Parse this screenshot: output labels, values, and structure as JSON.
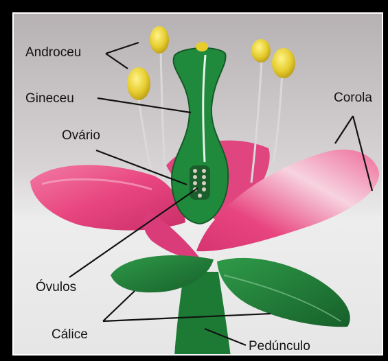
{
  "labels": {
    "androceu": "Androceu",
    "gineceu": "Gineceu",
    "ovario": "Ovário",
    "corola": "Corola",
    "ovulos": "Óvulos",
    "calice": "Cálice",
    "pedunculo": "Pedúnculo"
  },
  "colors": {
    "background_top": "#b9b4b6",
    "background_bottom": "#ececec",
    "petal": "#e8457f",
    "petal_highlight": "#f6c9d9",
    "sepal": "#1f7a35",
    "pistil": "#1e8a3a",
    "anther": "#e4cc2c",
    "line": "#111111"
  }
}
